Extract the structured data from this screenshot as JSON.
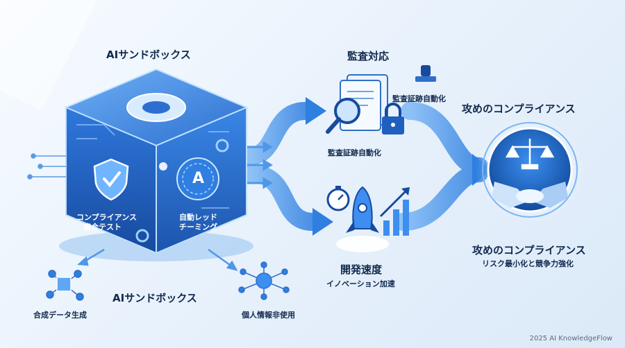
{
  "sandbox": {
    "title_top": "AIサンドボックス",
    "title_bottom": "AIサンドボックス",
    "left_face_label_line1": "コンプライアンス",
    "left_face_label_line2": "適合テスト",
    "right_face_label_line1": "自動レッド",
    "right_face_label_line2": "チーミング",
    "ai_letter": "A",
    "synthetic_data": "合成データ生成",
    "no_personal_info": "個人情報非使用"
  },
  "audit": {
    "title": "監査対応",
    "side_label": "監査証跡自動化",
    "caption": "監査証跡自動化"
  },
  "dev": {
    "title": "開発速度",
    "caption": "イノベーション加速"
  },
  "compliance": {
    "title_top": "攻めのコンプライアンス",
    "title_bottom": "攻めのコンプライアンス",
    "subtitle": "リスク最小化と競争力強化"
  },
  "footer": "2025 AI KnowledgeFlow",
  "colors": {
    "primary": "#1f6fd1",
    "dark": "#11294d",
    "accent": "#3b9cff"
  }
}
